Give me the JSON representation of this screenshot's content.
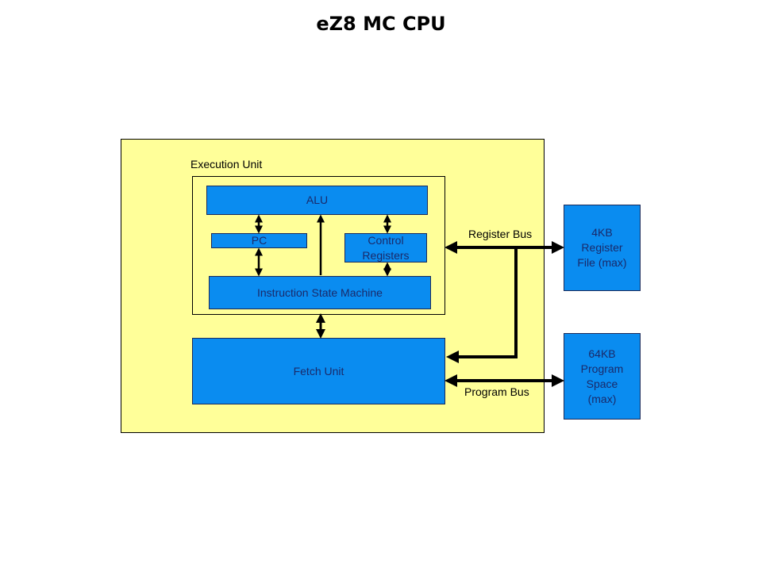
{
  "title": "eZ8 MC CPU",
  "execution_unit": {
    "label": "Execution Unit",
    "alu": "ALU",
    "pc": "PC",
    "control_registers": "Control\nRegisters",
    "instruction_state_machine": "Instruction State Machine"
  },
  "fetch_unit": "Fetch Unit",
  "buses": {
    "register_bus": "Register Bus",
    "program_bus": "Program Bus"
  },
  "memories": {
    "register_file": "4KB\nRegister\nFile (max)",
    "program_space": "64KB\nProgram\nSpace\n(max)"
  },
  "colors": {
    "block_fill": "#0a8cf0",
    "cpu_fill": "#ffff99",
    "text": "#1a2a6a"
  }
}
